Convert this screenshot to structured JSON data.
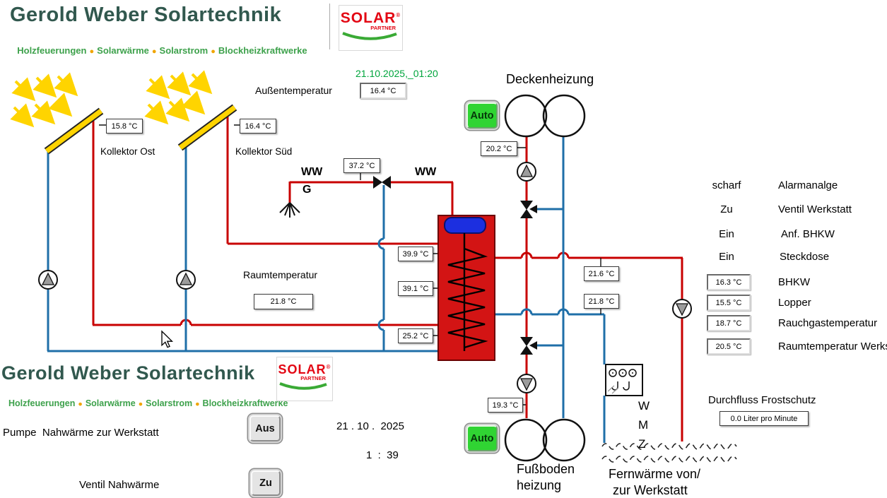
{
  "colors": {
    "pipe_hot": "#c80000",
    "pipe_cold": "#1f6fa8",
    "tank_fill": "#d31414",
    "accent_green_button": "#30d433",
    "brand_green": "#31584e",
    "tagline_green": "#3da14b",
    "datetime_green": "#00a53c",
    "collector_yellow": "#ffd400"
  },
  "brand": {
    "name": "Gerold Weber Solartechnik",
    "tagline": [
      "Holzfeuerungen",
      "Solarwärme",
      "Solarstrom",
      "Blockheizkraftwerke"
    ],
    "bullet": "●",
    "badge": {
      "solar": "SOLAR",
      "partner": "PARTNER",
      "reg": "®"
    }
  },
  "header": {
    "datetime": "21.10.2025,_01:20"
  },
  "outdoor": {
    "label": "Außentemperatur",
    "value": "16.4 °C"
  },
  "collectors": {
    "ost": {
      "label": "Kollektor Ost",
      "value": "15.8 °C"
    },
    "sued": {
      "label": "Kollektor Süd",
      "value": "16.4 °C"
    }
  },
  "ww": {
    "label_left": "WW",
    "label_g": "G",
    "label_right": "WW",
    "value": "37.2 °C"
  },
  "ceiling": {
    "label": "Deckenheizung",
    "auto": "Auto",
    "supply": "20.2 °C"
  },
  "floor": {
    "label_line1": "Fußboden",
    "label_line2": "heizung",
    "auto": "Auto",
    "supply": "19.3 °C"
  },
  "tank": {
    "top": "39.9 °C",
    "mid": "39.1 °C",
    "bottom": "25.2 °C"
  },
  "room": {
    "label": "Raumtemperatur",
    "value": "21.8 °C"
  },
  "lines": {
    "t1": "21.6 °C",
    "t2": "21.8 °C"
  },
  "status_rows": [
    {
      "state": "scharf",
      "label": "Alarmanalge"
    },
    {
      "state": "Zu",
      "label": "Ventil Werkstatt"
    },
    {
      "state": "Ein",
      "label": "Anf. BHKW"
    },
    {
      "state": "Ein",
      "label": "Steckdose"
    }
  ],
  "temp_rows": [
    {
      "value": "16.3 °C",
      "label": "BHKW"
    },
    {
      "value": "15.5 °C",
      "label": "Lopper"
    },
    {
      "value": "18.7 °C",
      "label": "Rauchgastemperatur"
    },
    {
      "value": "20.5 °C",
      "label": "Raumtemperatur Werkstatt"
    }
  ],
  "remote": {
    "label_line1": "Fernwärme von/",
    "label_line2": "zur Werkstatt",
    "wmz": [
      "W",
      "M",
      "Z"
    ]
  },
  "flow": {
    "label": "Durchfluss Frostschutz",
    "value": "0.0 Liter pro Minute"
  },
  "controls": {
    "pump_label": "Pumpe  Nahwärme zur Werkstatt",
    "pump_state": "Aus",
    "valve_label": "Ventil Nahwärme",
    "valve_state": "Zu"
  },
  "footer": {
    "date": "21 . 10 .  2025",
    "time": "1  :  39"
  }
}
